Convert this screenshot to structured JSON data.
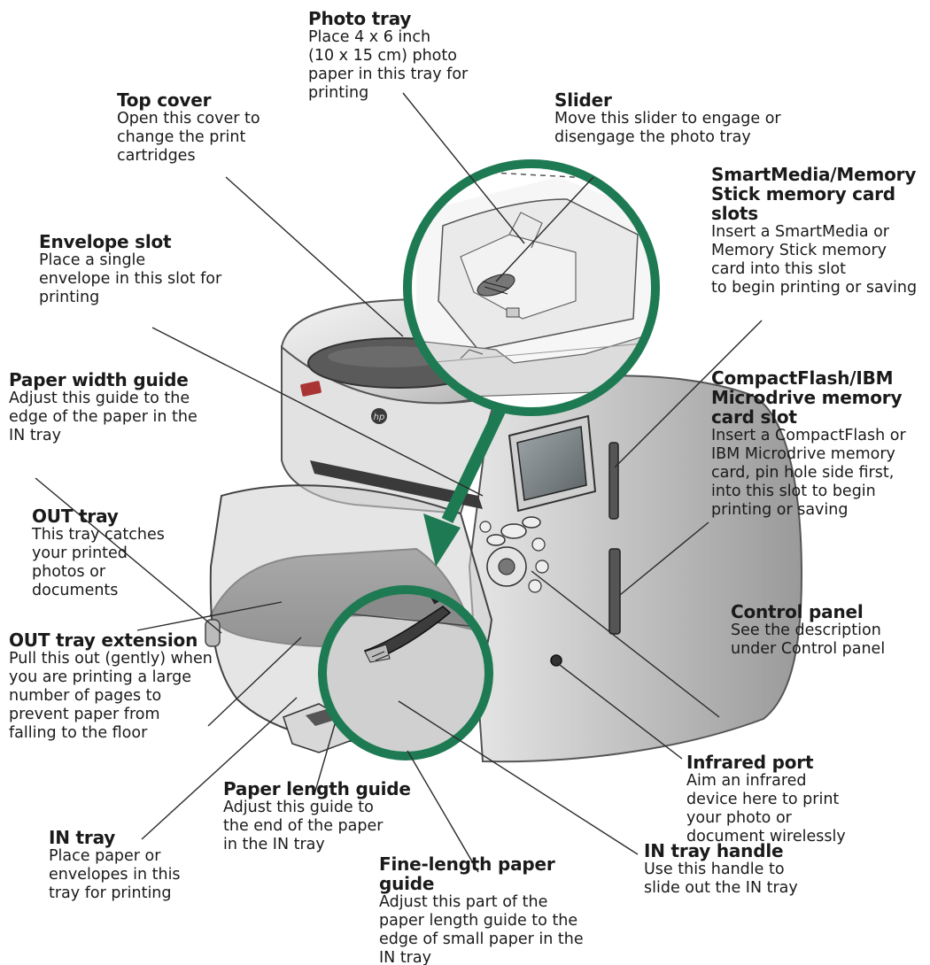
{
  "colors": {
    "accent": "#1e7a52",
    "leader": "#2a2a2a",
    "text": "#1a1a1a",
    "printer_body": "#dcdcdc",
    "printer_dark": "#555555"
  },
  "icons": {
    "hp_logo": "hp-logo-icon",
    "pointer_arrow": "arrow-icon"
  },
  "callouts": {
    "photo_tray": {
      "title": "Photo tray",
      "desc": "Place 4 x 6 inch\n(10 x 15 cm) photo\npaper in this tray for\nprinting"
    },
    "slider": {
      "title": "Slider",
      "desc": "Move this slider to engage or\ndisengage the photo tray"
    },
    "top_cover": {
      "title": "Top cover",
      "desc": "Open this cover to\nchange the print\ncartridges"
    },
    "smartmedia": {
      "title": "SmartMedia/Memory\nStick memory card slots",
      "desc": "Insert a SmartMedia or\nMemory Stick memory\ncard into this slot\nto begin printing or saving"
    },
    "envelope_slot": {
      "title": "Envelope slot",
      "desc": "Place a single\nenvelope in this slot for\nprinting"
    },
    "paper_width_guide": {
      "title": "Paper width guide",
      "desc": "Adjust this guide to the\nedge of the paper in the\nIN tray"
    },
    "compactflash": {
      "title": "CompactFlash/IBM\nMicrodrive memory\ncard slot",
      "desc": "Insert a CompactFlash or\nIBM Microdrive memory\ncard, pin hole side first,\ninto this slot to begin\nprinting or saving"
    },
    "out_tray": {
      "title": "OUT tray",
      "desc": "This tray catches\nyour printed\nphotos or\ndocuments"
    },
    "control_panel": {
      "title": "Control panel",
      "desc": "See the description\nunder Control panel"
    },
    "out_tray_extension": {
      "title": "OUT tray extension",
      "desc": "Pull this out (gently) when\nyou are printing a large\nnumber of pages to\nprevent paper from\nfalling to the floor"
    },
    "infrared_port": {
      "title": "Infrared port",
      "desc": "Aim an infrared\ndevice here to print\nyour photo or\ndocument wirelessly"
    },
    "paper_length_guide": {
      "title": "Paper length guide",
      "desc": "Adjust this guide to\nthe end of the paper\nin the IN tray"
    },
    "in_tray": {
      "title": "IN tray",
      "desc": "Place paper or\nenvelopes in this\ntray for printing"
    },
    "fine_length_guide": {
      "title": "Fine-length paper guide",
      "desc": "Adjust this part of the\npaper length guide to the\nedge of small paper in the\nIN tray"
    },
    "in_tray_handle": {
      "title": "IN tray handle",
      "desc": "Use this handle to\nslide out the IN tray"
    }
  }
}
